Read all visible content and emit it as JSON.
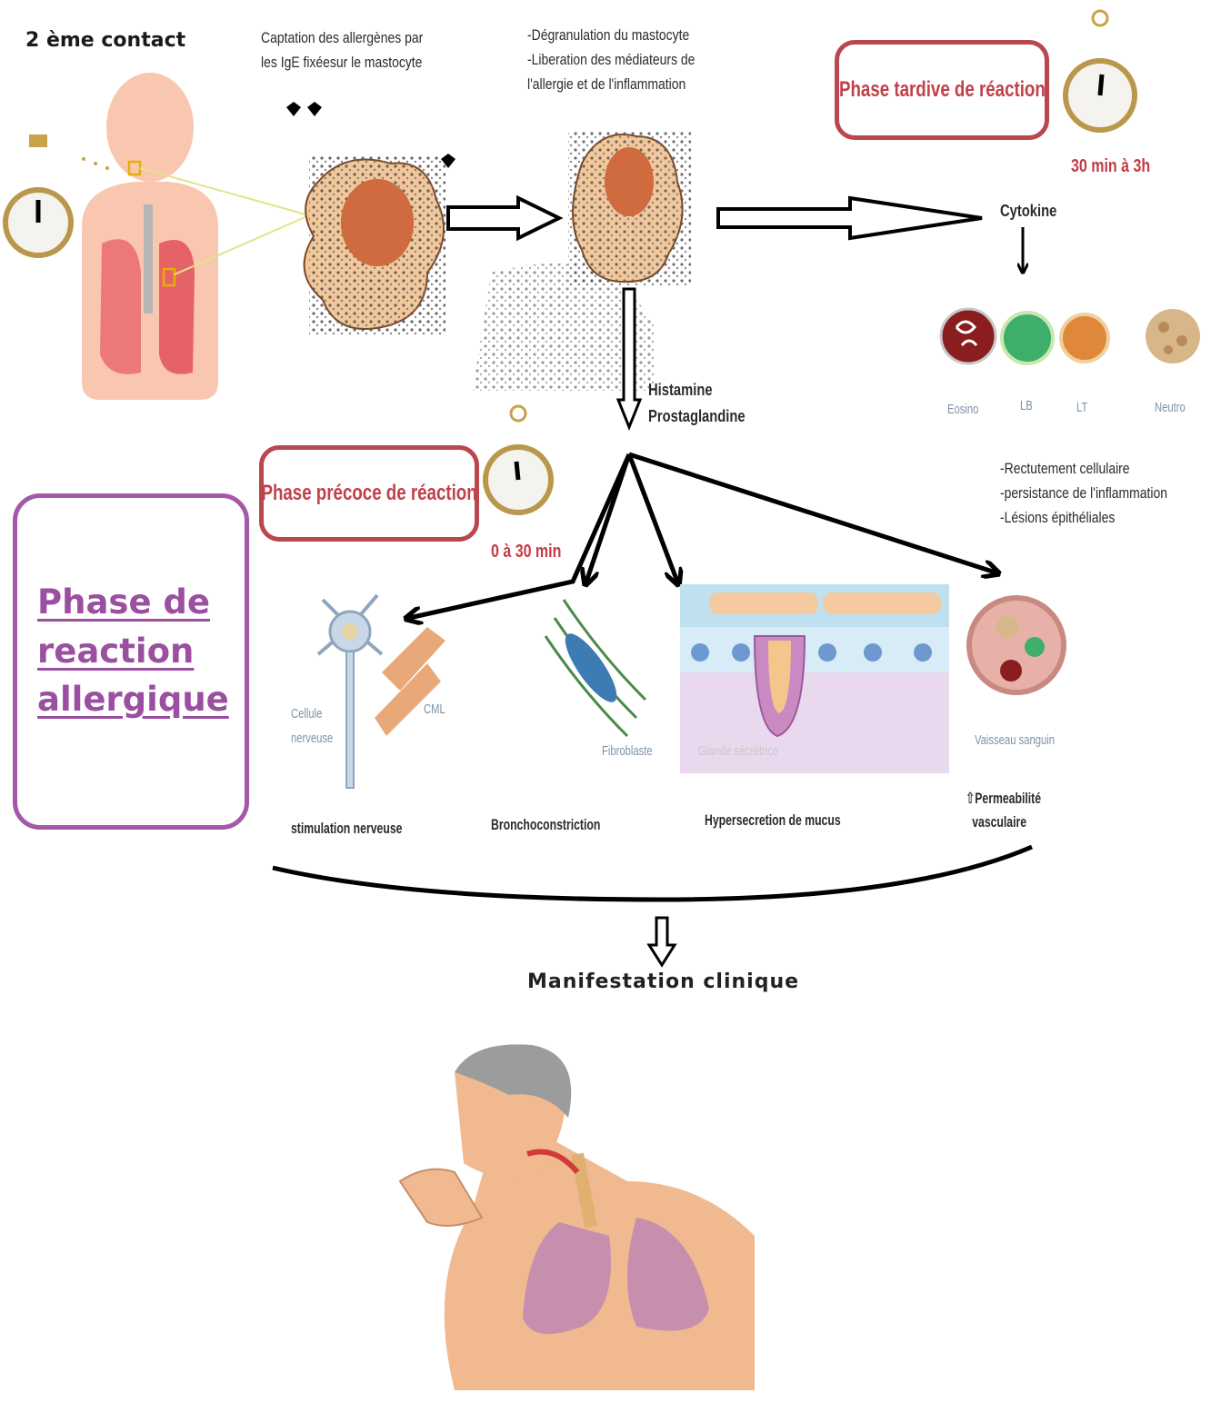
{
  "header": {
    "contact": "2 ème contact"
  },
  "notes": {
    "captation": [
      "Captation des allergènes par",
      "les IgE fixéesur le mastocyte"
    ],
    "degranulation": [
      "-Dégranulation du mastocyte",
      "-Liberation des médiateurs de",
      "l'allergie et de l'inflammation"
    ],
    "mediators": [
      "Histamine",
      "Prostaglandine"
    ],
    "cytokine": "Cytokine",
    "late_effects": [
      "-Rectutement cellulaire",
      "-persistance de l'inflammation",
      "-Lésions épithéliales"
    ]
  },
  "phases": {
    "late": {
      "label": "Phase tardive de réaction",
      "time": "30 min à 3h"
    },
    "early": {
      "label": "Phase précoce de réaction",
      "time": "0 à 30 min"
    }
  },
  "title_box": {
    "lines": [
      "Phase de",
      "reaction",
      "allergique"
    ]
  },
  "late_cells": [
    {
      "label": "Eosino",
      "color": "#b22a2a"
    },
    {
      "label": "LB",
      "color": "#3fae6a"
    },
    {
      "label": "LT",
      "color": "#e0883a"
    },
    {
      "label": "Neutro",
      "color": "#d7b78a"
    }
  ],
  "targets": {
    "nerve": {
      "label": [
        "Cellule",
        "nerveuse"
      ]
    },
    "cml": "CML",
    "fibroblast": "Fibroblaste",
    "gland": "Glande sécrétrice",
    "vessel": "Vaisseau sanguin"
  },
  "effects": {
    "nerve": "stimulation nerveuse",
    "broncho": "Bronchoconstriction",
    "mucus": "Hypersecretion de mucus",
    "vascular": [
      "Permeabilité",
      "vasculaire"
    ]
  },
  "final": {
    "label": "Manifestation clinique"
  },
  "colors": {
    "phase": "#c2404a",
    "title": "#9b4fa0",
    "arrow": "#000000",
    "cell": "#f2c79a",
    "nucleus": "#d06a3f"
  }
}
